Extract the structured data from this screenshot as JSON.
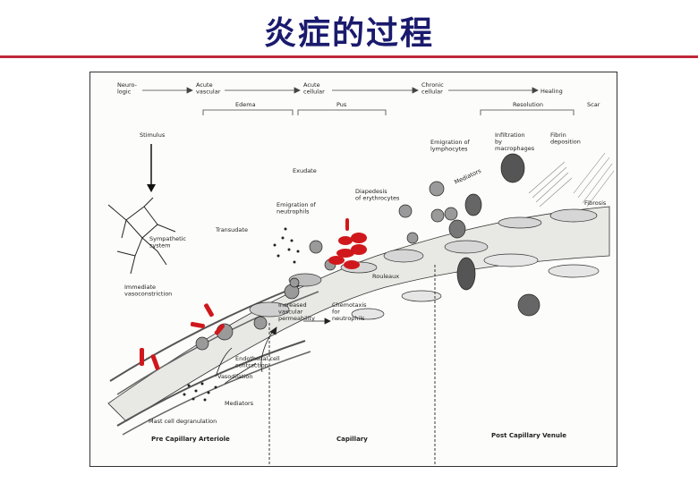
{
  "slide": {
    "title": "炎症的过程"
  },
  "figure": {
    "timeline": {
      "neurologic": "Neuro-\nlogic",
      "acute_vascular": "Acute\nvascular",
      "acute_cellular": "Acute\ncellular",
      "chronic_cellular": "Chronic\ncellular",
      "healing": "Healing",
      "edema": "Edema",
      "pus": "Pus",
      "resolution": "Resolution",
      "scar": "Scar"
    },
    "labels": {
      "stimulus": "Stimulus",
      "exudate": "Exudate",
      "sympathetic_system": "Sympathetic\nsystem",
      "immediate_vasoconstriction": "Immediate\nvasoconstriction",
      "transudate": "Transudate",
      "emigration_neutrophils": "Emigration of\nneutrophils",
      "diapedesis": "Diapedesis\nof erythrocytes",
      "emigration_lymphocytes": "Emigration of\nlymphocytes",
      "mediators_curved": "Mediators",
      "infiltration": "Infiltration\nby\nmacrophages",
      "fibrin_deposition": "Fibrin\ndeposition",
      "fibrosis": "Fibrosis",
      "rouleaux": "Rouleaux",
      "increased_permeability": "Increased\nvascular\npermeability",
      "chemotaxis": "Chemotaxis\nfor\nneutrophils",
      "endothelial_contraction": "Endothelial cell\ncontraction",
      "vasodilation": "Vasodilation",
      "mediators": "Mediators",
      "mast_cell": "Mast cell degranulation",
      "pre_capillary": "Pre Capillary Arteriole",
      "capillary": "Capillary",
      "post_capillary": "Post Capillary Venule"
    }
  },
  "colors": {
    "title": "#1a1a6e",
    "rule": "#c0283a",
    "erythrocyte": "#d0181c"
  }
}
